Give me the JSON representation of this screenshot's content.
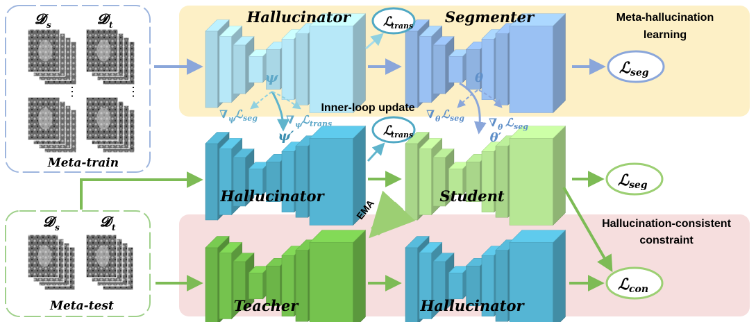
{
  "title": "",
  "colors": {
    "meta_train_bg": "#fdf0c6",
    "meta_test_bg": "#f6dede",
    "blue_arrow": "#8aa6da",
    "green_arrow": "#7dbb55",
    "light_teal_arrow": "#8fd0e0",
    "hallucinator_light": "#a9d7e6",
    "hallucinator_dark": "#4fa8c4",
    "segmenter_blue": "#8fb3e1",
    "student_green": "#a9d68a",
    "teacher_green": "#6cb548",
    "meta_train_box_border": "#9db5de",
    "meta_test_box_border": "#9fd08a"
  },
  "data_groups": {
    "meta_train": {
      "label": "Meta-train",
      "source_symbol": "𝓓",
      "source_sub": "s",
      "target_symbol": "𝓓",
      "target_sub": "t",
      "ellipsis": "⋮"
    },
    "meta_test": {
      "label": "Meta-test",
      "source_symbol": "𝓓",
      "source_sub": "s",
      "target_symbol": "𝓓",
      "target_sub": "t"
    }
  },
  "regions": {
    "meta_hallucination": {
      "label_line1": "Meta-hallucination",
      "label_line2": "learning"
    },
    "hallucination_consistent": {
      "label_line1": "Hallucination-consistent",
      "label_line2": "constraint"
    }
  },
  "networks": {
    "top_hallucinator": {
      "label": "Hallucinator",
      "param": "ψ"
    },
    "top_segmenter": {
      "label": "Segmenter",
      "param": "θ"
    },
    "mid_hallucinator": {
      "label": "Hallucinator",
      "param": "ψ′"
    },
    "student": {
      "label": "Student",
      "param": "θ′"
    },
    "teacher": {
      "label": "Teacher"
    },
    "bottom_hallucinator": {
      "label": "Hallucinator"
    }
  },
  "losses": {
    "trans_top": {
      "symbol": "ℒ",
      "sub": "trans"
    },
    "seg_top": {
      "symbol": "ℒ",
      "sub": "seg"
    },
    "trans_mid": {
      "symbol": "ℒ",
      "sub": "trans"
    },
    "seg_mid": {
      "symbol": "ℒ",
      "sub": "seg"
    },
    "con": {
      "symbol": "ℒ",
      "sub": "con"
    }
  },
  "gradients": {
    "psi_seg": {
      "nabla": "∇",
      "wrt": "ψ",
      "loss": "ℒ",
      "sub": "seg"
    },
    "psi_trans": {
      "nabla": "∇",
      "wrt": "ψ",
      "loss": "ℒ",
      "sub": "trans"
    },
    "theta_seg": {
      "nabla": "∇",
      "wrt": "θ",
      "loss": "ℒ",
      "sub": "seg"
    },
    "theta_seg2": {
      "nabla": "∇",
      "wrt": "θ",
      "loss": "ℒ",
      "sub": "seg"
    }
  },
  "annotations": {
    "inner_loop": "Inner-loop update",
    "ema": "EMA"
  }
}
